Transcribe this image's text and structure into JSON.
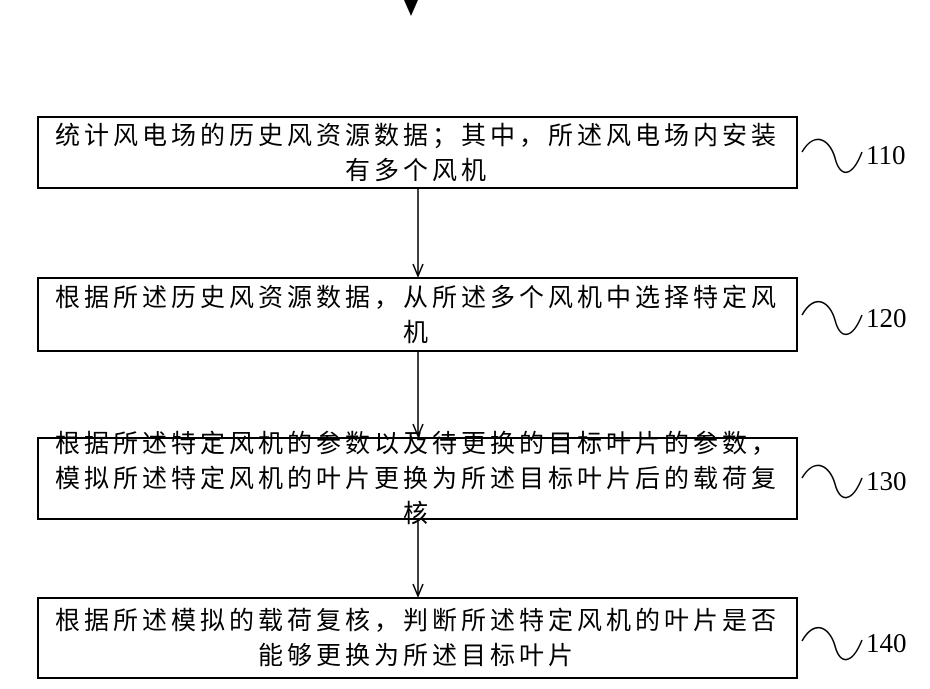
{
  "steps": [
    {
      "text": "统计风电场的历史风资源数据；其中，所述风电场内安装有多个风机",
      "ref": "110"
    },
    {
      "text": "根据所述历史风资源数据，从所述多个风机中选择特定风机",
      "ref": "120"
    },
    {
      "text": "根据所述特定风机的参数以及待更换的目标叶片的参数，模拟所述特定风机的叶片更换为所述目标叶片后的载荷复核",
      "ref": "130"
    },
    {
      "text": "根据所述模拟的载荷复核，判断所述特定风机的叶片是否能够更换为所述目标叶片",
      "ref": "140"
    }
  ]
}
